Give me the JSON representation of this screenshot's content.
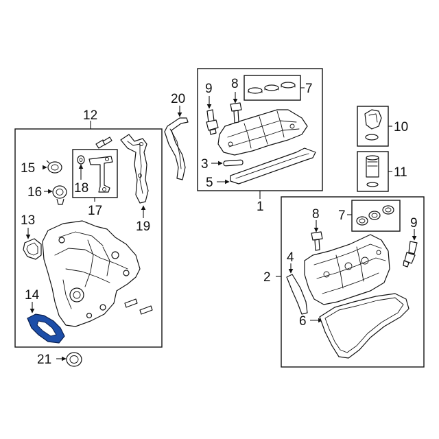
{
  "highlight_color": "#1d4ea8",
  "callouts": {
    "c1": "1",
    "c2": "2",
    "c3": "3",
    "c4": "4",
    "c5": "5",
    "c6": "6",
    "c7a": "7",
    "c7b": "7",
    "c8a": "8",
    "c8b": "8",
    "c9a": "9",
    "c9b": "9",
    "c10": "10",
    "c11": "11",
    "c12": "12",
    "c13": "13",
    "c14": "14",
    "c15": "15",
    "c16": "16",
    "c17": "17",
    "c18": "18",
    "c19": "19",
    "c20": "20",
    "c21": "21"
  }
}
